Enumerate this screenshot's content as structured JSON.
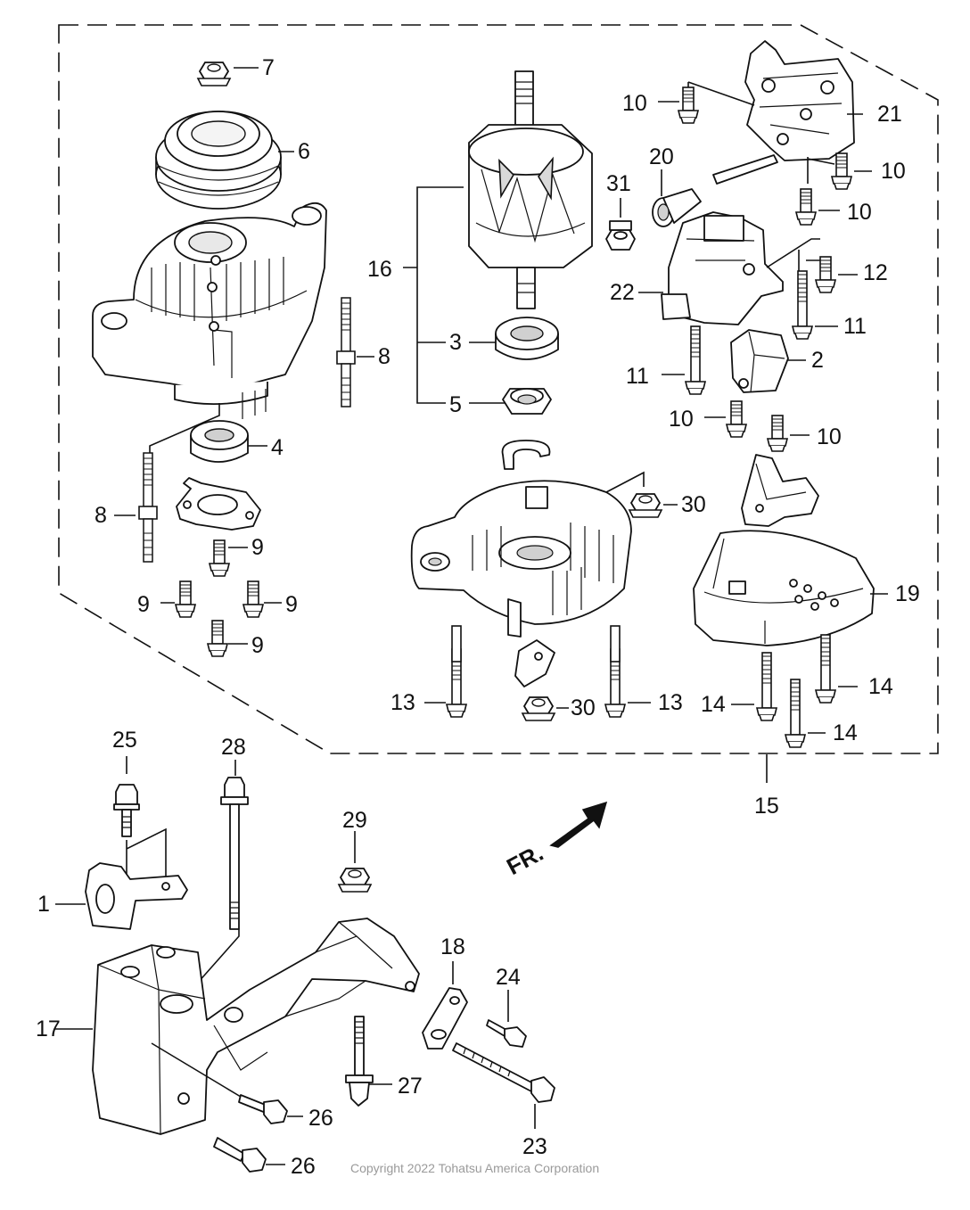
{
  "callouts": {
    "c1": "1",
    "c2": "2",
    "c3": "3",
    "c4": "4",
    "c5": "5",
    "c6": "6",
    "c7": "7",
    "c8a": "8",
    "c8b": "8",
    "c9a": "9",
    "c9b": "9",
    "c9c": "9",
    "c9d": "9",
    "c10a": "10",
    "c10b": "10",
    "c10c": "10",
    "c10d": "10",
    "c10e": "10",
    "c11a": "11",
    "c11b": "11",
    "c12": "12",
    "c13a": "13",
    "c13b": "13",
    "c14a": "14",
    "c14b": "14",
    "c14c": "14",
    "c15": "15",
    "c16": "16",
    "c17": "17",
    "c18": "18",
    "c19": "19",
    "c20": "20",
    "c21": "21",
    "c22": "22",
    "c23": "23",
    "c24": "24",
    "c25": "25",
    "c26a": "26",
    "c26b": "26",
    "c27": "27",
    "c28": "28",
    "c29": "29",
    "c30a": "30",
    "c30b": "30",
    "c31": "31"
  },
  "direction_label": "FR.",
  "copyright": "Copyright 2022 Tohatsu America Corporation"
}
